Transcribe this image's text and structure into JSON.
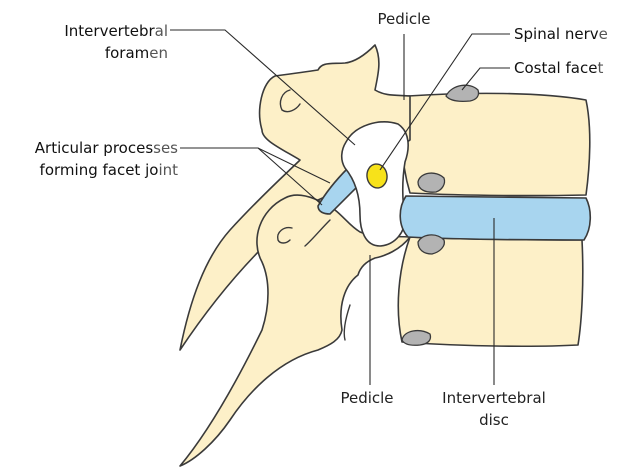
{
  "labels": {
    "intervertebral_foramen_line1_dark": "Intervertebr",
    "intervertebral_foramen_line1_light": "al",
    "intervertebral_foramen_line2_dark": "foram",
    "intervertebral_foramen_line2_light": "en",
    "pedicle_top": "Pedicle",
    "spinal_nerve_dark": "Spinal nerv",
    "spinal_nerve_light": "e",
    "costal_facet_dark": "Costal face",
    "costal_facet_light": "t",
    "articular_line1_dark": "Articular proces",
    "articular_line1_light": "ses",
    "articular_line2_dark": "forming facet jo",
    "articular_line2_light": "int",
    "pedicle_bottom": "Pedicle",
    "intervertebral_disc_line1": "Intervertebral",
    "intervertebral_disc_line2": "disc"
  },
  "colors": {
    "bone": "#fdf0c8",
    "disc": "#a8d5ef",
    "facet": "#b3b3b3",
    "nerve": "#f7e21a",
    "outline": "#3a3a3a"
  }
}
